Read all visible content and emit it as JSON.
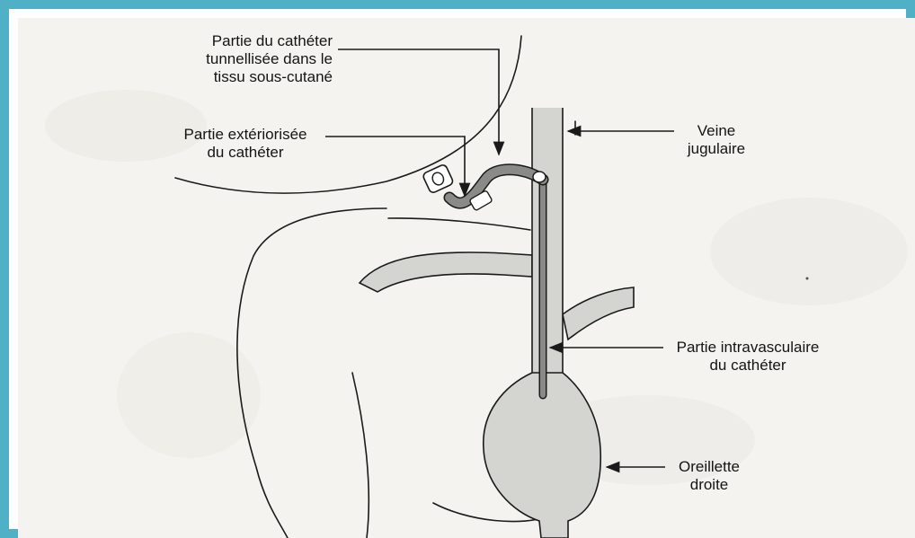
{
  "colors": {
    "frame": "#4fb0c6",
    "paper": "#f4f3ef",
    "ink": "#1a1a1a",
    "vessel": "#d4d4d0",
    "catheter": "#8a8a86"
  },
  "labels": {
    "tunneled": [
      "Partie du cathéter",
      "tunnellisée dans le",
      "tissu sous-cutané"
    ],
    "exteriorized": [
      "Partie extériorisée",
      "du cathéter"
    ],
    "jugular": [
      "Veine",
      "jugulaire"
    ],
    "intravascular": [
      "Partie intravasculaire",
      "du cathéter"
    ],
    "atrium": [
      "Oreillette",
      "droite"
    ]
  }
}
